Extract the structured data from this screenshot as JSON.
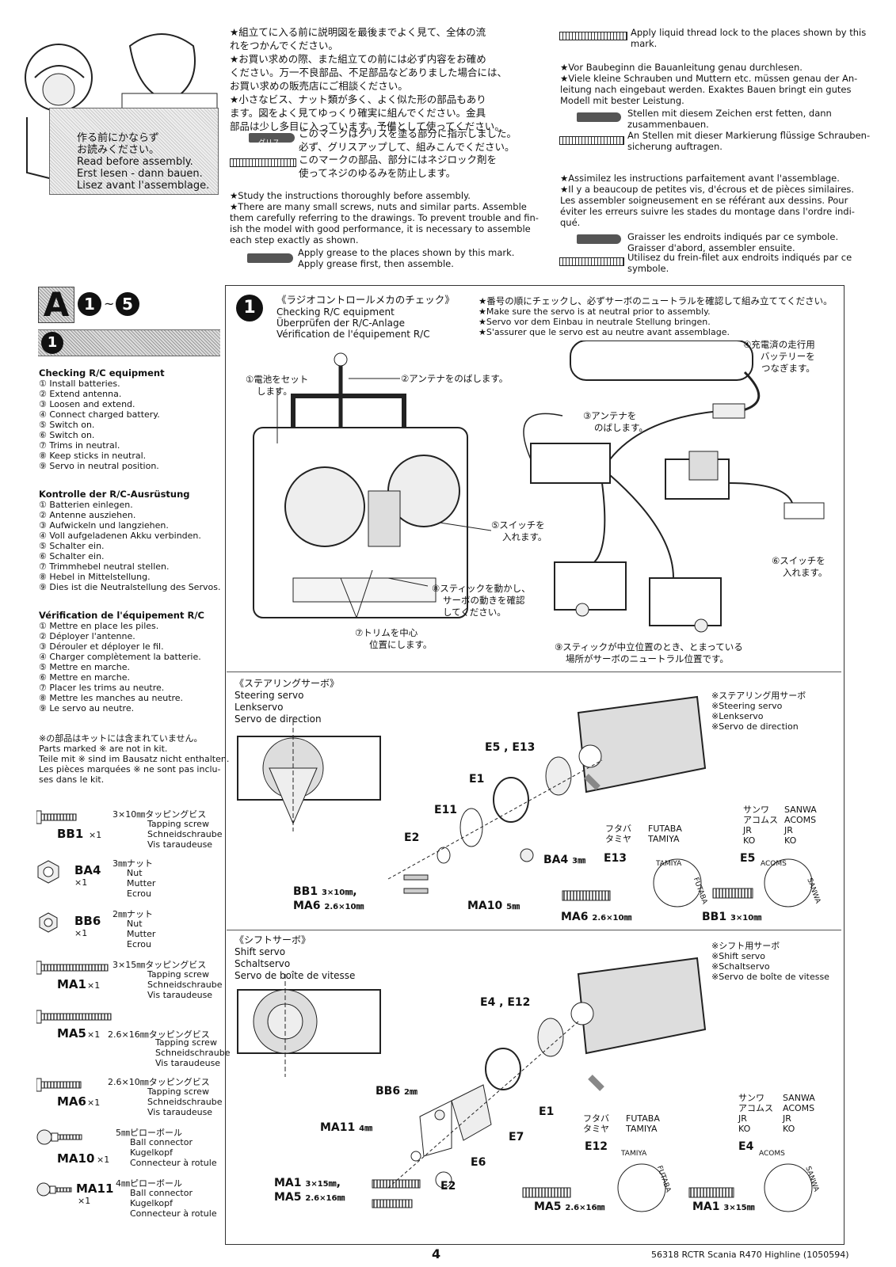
{
  "intro": {
    "sign_lines": [
      "作る前にかならず",
      "お読みください。",
      "Read before assembly.",
      "Erst lesen - dann bauen.",
      "Lisez avant l'assemblage."
    ],
    "jp_lines": [
      "★組立てに入る前に説明図を最後までよく見て、全体の流",
      "れをつかんでください。",
      "★お買い求めの際、また組立ての前には必ず内容をお確め",
      "ください。万一不良部品、不足部品などありました場合には、",
      "お買い求めの販売店にご相談ください。",
      "★小さなビス、ナット類が多く、よく似た形の部品もあり",
      "ます。図をよく見てゆっくり確実に組んでください。金具",
      "部品は少し多目に入っています。予備として使ってください。"
    ],
    "jp_grease": [
      "このマークはグリスを塗る部分に指示しました。",
      "必ず、グリスアップして、組みこんでください。"
    ],
    "jp_lock": [
      "このマークの部品、部分にはネジロック剤を",
      "使ってネジのゆるみを防止します。"
    ],
    "grease_tube_label": "グリス",
    "en_lines": [
      "★Study the instructions thoroughly before assembly.",
      "★There are many small screws, nuts and similar parts. Assemble",
      "them carefully referring to the drawings. To prevent trouble and fin-",
      "ish the model with good performance, it is necessary to assemble",
      "each step exactly as shown."
    ],
    "en_grease": [
      "Apply grease to the places shown by this mark.",
      "Apply grease first, then assemble."
    ],
    "en_lock": [
      "Apply liquid thread lock to the places shown by this",
      "mark."
    ],
    "de_lines": [
      "★Vor Baubeginn die Bauanleitung genau durchlesen.",
      "★Viele kleine Schrauben und Muttern etc. müssen genau der An-",
      "leitung nach eingebaut werden. Exaktes Bauen bringt ein gutes",
      "Modell mit bester Leistung."
    ],
    "de_grease": [
      "Stellen mit diesem Zeichen erst fetten, dann",
      "zusammenbauen."
    ],
    "de_lock": [
      "An Stellen mit dieser Markierung flüssige Schrauben-",
      "sicherung auftragen."
    ],
    "fr_lines": [
      "★Assimilez les instructions parfaitement avant l'assemblage.",
      "★Il y a beaucoup de petites vis, d'écrous et de pièces similaires.",
      "Les assembler soigneusement en se référant aux dessins. Pour",
      "éviter les erreurs suivre les stades du montage dans l'ordre indi-",
      "qué."
    ],
    "fr_grease": [
      "Graisser les endroits indiqués par ce symbole.",
      "Graisser d'abord, assembler ensuite."
    ],
    "fr_lock": [
      "Utilisez du frein-filet aux endroits indiqués par ce",
      "symbole."
    ]
  },
  "section": {
    "letter": "A",
    "from": "1",
    "tilde": "~",
    "to": "5",
    "step": "1"
  },
  "checking": [
    {
      "title": "Checking R/C equipment",
      "items": [
        "① Install batteries.",
        "② Extend antenna.",
        "③ Loosen and extend.",
        "④ Connect charged battery.",
        "⑤ Switch on.",
        "⑥ Switch on.",
        "⑦ Trims in neutral.",
        "⑧ Keep sticks in neutral.",
        "⑨ Servo in neutral position."
      ]
    },
    {
      "title": "Kontrolle der R/C-Ausrüstung",
      "items": [
        "① Batterien einlegen.",
        "② Antenne ausziehen.",
        "③ Aufwickeln und langziehen.",
        "④ Voll aufgeladenen Akku verbinden.",
        "⑤ Schalter ein.",
        "⑥ Schalter ein.",
        "⑦ Trimmhebel neutral stellen.",
        "⑧ Hebel in Mittelstellung.",
        "⑨ Dies ist die Neutralstellung des Servos."
      ]
    },
    {
      "title": "Vérification de l'équipement R/C",
      "items": [
        "① Mettre en place les piles.",
        "② Déployer l'antenne.",
        "③ Dérouler et déployer le fil.",
        "④ Charger complètement la batterie.",
        "⑤ Mettre en marche.",
        "⑥ Mettre en marche.",
        "⑦ Placer les trims au neutre.",
        "⑧ Mettre les manches au neutre.",
        "⑨ Le servo au neutre."
      ]
    }
  ],
  "not_in_kit": [
    "※の部品はキットには含まれていません。",
    "Parts marked ※ are not in kit.",
    "Teile mit ※ sind im Bausatz nicht enthalten.",
    "Les pièces marquées ※ ne sont pas inclu-",
    "ses dans le kit."
  ],
  "parts": [
    {
      "code": "BB1",
      "qty": "×1",
      "size": "3×10㎜タッピングビス",
      "names": [
        "Tapping screw",
        "Schneidschraube",
        "Vis taraudeuse"
      ]
    },
    {
      "code": "BA4",
      "qty": "×1",
      "size": "3㎜ナット",
      "names": [
        "Nut",
        "Mutter",
        "Ecrou"
      ]
    },
    {
      "code": "BB6",
      "qty": "×1",
      "size": "2㎜ナット",
      "names": [
        "Nut",
        "Mutter",
        "Ecrou"
      ]
    },
    {
      "code": "MA1",
      "qty": "×1",
      "size": "3×15㎜タッピングビス",
      "names": [
        "Tapping screw",
        "Schneidschraube",
        "Vis taraudeuse"
      ]
    },
    {
      "code": "MA5",
      "qty": "×1",
      "size": "2.6×16㎜タッピングビス",
      "names": [
        "Tapping screw",
        "Schneidschraube",
        "Vis taraudeuse"
      ]
    },
    {
      "code": "MA6",
      "qty": "×1",
      "size": "2.6×10㎜タッピングビス",
      "names": [
        "Tapping screw",
        "Schneidschraube",
        "Vis taraudeuse"
      ]
    },
    {
      "code": "MA10",
      "qty": "×1",
      "size": "5㎜ピローボール",
      "names": [
        "Ball connector",
        "Kugelkopf",
        "Connecteur à rotule"
      ]
    },
    {
      "code": "MA11",
      "qty": "×1",
      "size": "4㎜ピローボール",
      "names": [
        "Ball connector",
        "Kugelkopf",
        "Connecteur à rotule"
      ]
    }
  ],
  "step1": {
    "title_jp": "《ラジオコントロールメカのチェック》",
    "title_en": "Checking R/C equipment",
    "title_de": "Überprüfen der R/C-Anlage",
    "title_fr": "Vérification de l'équipement R/C",
    "notes": [
      "★番号の順にチェックし、必ずサーボのニュートラルを確認して組み立ててください。",
      "★Make sure the servo is at neutral prior to assembly.",
      "★Servo vor dem Einbau in neutrale Stellung bringen.",
      "★S'assurer que le servo est au neutre avant assemblage."
    ],
    "callouts": {
      "c1": [
        "①電池をセット",
        "します。"
      ],
      "c2": "②アンテナをのばします。",
      "c3": [
        "③アンテナを",
        "のばします。"
      ],
      "c4": [
        "④充電済の走行用",
        "バッテリーを",
        "つなぎます。"
      ],
      "c5": [
        "⑤スイッチを",
        "入れます。"
      ],
      "c6": [
        "⑥スイッチを",
        "入れます。"
      ],
      "c7": [
        "⑦トリムを中心",
        "位置にします。"
      ],
      "c8": [
        "⑧スティックを動かし、",
        "サーボの動きを確認",
        "してください。"
      ],
      "c9": [
        "⑨スティックが中立位置のとき、とまっている",
        "場所がサーボのニュートラル位置です。"
      ]
    }
  },
  "steering": {
    "title": [
      "《ステアリングサーボ》",
      "Steering servo",
      "Lenkservo",
      "Servo de direction"
    ],
    "servo_note": [
      "※ステアリング用サーボ",
      "※Steering servo",
      "※Lenkservo",
      "※Servo de direction"
    ],
    "labels": {
      "e5e13": "E5 , E13",
      "e1": "E1",
      "e11": "E11",
      "e2": "E2",
      "ba4": "BA4",
      "ba4_size": "3㎜",
      "bb1": "BB1",
      "bb1_size": "3×10㎜",
      "ma6": "MA6",
      "ma6_size": "2.6×10㎜",
      "ma10": "MA10",
      "ma10_size": "5㎜",
      "comma": ","
    },
    "brands": {
      "left": [
        [
          "フタバ",
          "FUTABA"
        ],
        [
          "タミヤ",
          "TAMIYA"
        ]
      ],
      "right": [
        [
          "サンワ",
          "SANWA"
        ],
        [
          "アコムス",
          "ACOMS"
        ],
        [
          "JR",
          "JR"
        ],
        [
          "KO",
          "KO"
        ]
      ]
    },
    "horns": {
      "left": "E13",
      "right": "E5",
      "tamiya": "TAMIYA",
      "futaba": "FUTABA",
      "acoms": "ACOMS",
      "sanwa": "SANWA"
    },
    "screws": {
      "left_code": "MA6",
      "left_size": "2.6×10㎜",
      "right_code": "BB1",
      "right_size": "3×10㎜"
    }
  },
  "shift": {
    "title": [
      "《シフトサーボ》",
      "Shift servo",
      "Schaltservo",
      "Servo de boîte de vitesse"
    ],
    "servo_note": [
      "※シフト用サーボ",
      "※Shift servo",
      "※Schaltservo",
      "※Servo de boîte de vitesse"
    ],
    "labels": {
      "e4e12": "E4 , E12",
      "bb6": "BB6",
      "bb6_size": "2㎜",
      "e1": "E1",
      "ma11": "MA11",
      "ma11_size": "4㎜",
      "e7": "E7",
      "e6": "E6",
      "e2": "E2",
      "ma1": "MA1",
      "ma1_size": "3×15㎜",
      "ma5": "MA5",
      "ma5_size": "2.6×16㎜",
      "comma": ","
    },
    "brands": {
      "left": [
        [
          "フタバ",
          "FUTABA"
        ],
        [
          "タミヤ",
          "TAMIYA"
        ]
      ],
      "right": [
        [
          "サンワ",
          "SANWA"
        ],
        [
          "アコムス",
          "ACOMS"
        ],
        [
          "JR",
          "JR"
        ],
        [
          "KO",
          "KO"
        ]
      ]
    },
    "horns": {
      "left": "E12",
      "right": "E4",
      "tamiya": "TAMIYA",
      "futaba": "FUTABA",
      "acoms": "ACOMS",
      "sanwa": "SANWA"
    },
    "screws": {
      "left_code": "MA5",
      "left_size": "2.6×16㎜",
      "right_code": "MA1",
      "right_size": "3×15㎜"
    }
  },
  "footer": {
    "page": "4",
    "doc": "56318 RCTR Scania R470 Highline (1050594)"
  }
}
